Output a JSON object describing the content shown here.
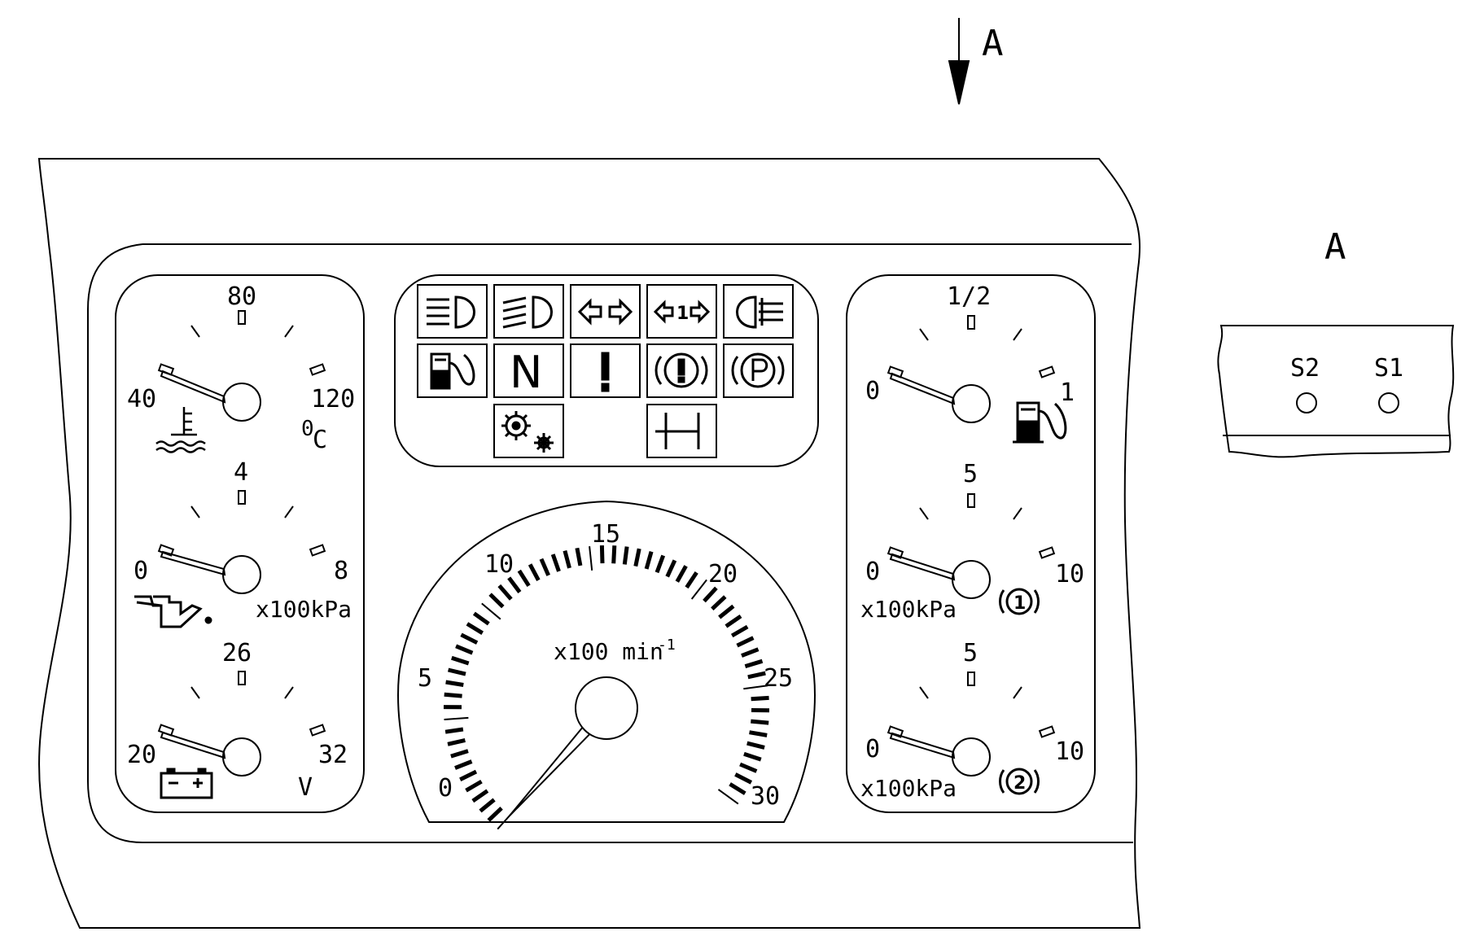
{
  "view_marker": {
    "label": "A",
    "side_view_label": "A"
  },
  "side_view": {
    "switch_labels": [
      "S2",
      "S1"
    ]
  },
  "left_gauges": {
    "coolant": {
      "top": "80",
      "left": "40",
      "right": "120",
      "unit": "0C",
      "unit_super": "0",
      "unit_main": "C",
      "icon": "coolant-temperature-icon"
    },
    "oil": {
      "top": "4",
      "left": "0",
      "right": "8",
      "unit": "x100kPa",
      "icon": "oil-can-icon"
    },
    "voltage": {
      "top": "26",
      "left": "20",
      "right": "32",
      "unit": "V",
      "icon": "battery-icon"
    }
  },
  "warning_lamps": {
    "row1": [
      "high-beam-icon",
      "low-beam-icon",
      "turn-signals-icon",
      "trailer-turn-signal-icon",
      "rear-fog-lamp-icon"
    ],
    "row2": [
      "fuel-reserve-icon",
      "neutral-icon",
      "warning-exclamation-icon",
      "brake-warning-icon",
      "parking-brake-icon"
    ],
    "row3": [
      "retarder-icon",
      "differential-lock-icon"
    ],
    "neutral_text": "N",
    "exclamation_text": "!",
    "brake_text": "(!)",
    "parking_text": "(P)",
    "trailer_number": "1"
  },
  "tachometer": {
    "tick_labels": [
      "0",
      "5",
      "10",
      "15",
      "20",
      "25",
      "30"
    ],
    "unit": "x100 min-1",
    "unit_main": "x100 min",
    "unit_super": "-1",
    "min": 0,
    "max": 30,
    "needle_value": 0
  },
  "right_gauges": {
    "fuel": {
      "top": "1/2",
      "left": "0",
      "right": "1",
      "icon": "fuel-pump-icon"
    },
    "air1": {
      "top": "5",
      "left": "0",
      "right": "10",
      "unit": "x100kPa",
      "circuit": "1",
      "icon": "brake-circuit-1-icon"
    },
    "air2": {
      "top": "5",
      "left": "0",
      "right": "10",
      "unit": "x100kPa",
      "circuit": "2",
      "icon": "brake-circuit-2-icon"
    }
  }
}
